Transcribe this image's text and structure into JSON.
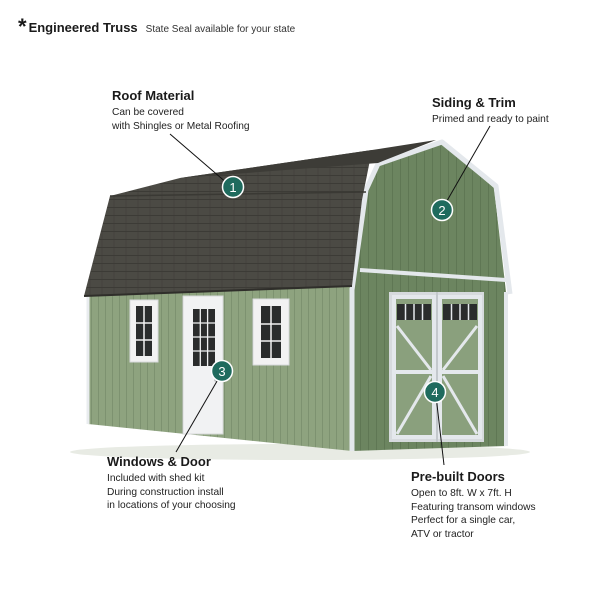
{
  "header": {
    "symbol": "*",
    "title": "Engineered Truss",
    "note": "State Seal available for your state"
  },
  "callouts": [
    {
      "number": "1",
      "title": "Roof Material",
      "lines": [
        "Can be covered",
        "with Shingles or Metal Roofing"
      ]
    },
    {
      "number": "2",
      "title": "Siding & Trim",
      "lines": [
        "Primed and ready to paint"
      ]
    },
    {
      "number": "3",
      "title": "Windows & Door",
      "lines": [
        "Included with shed kit",
        "During construction install",
        "in locations of your choosing"
      ]
    },
    {
      "number": "4",
      "title": "Pre-built Doors",
      "lines": [
        "Open to 8ft. W x 7ft. H",
        "Featuring transom windows",
        "Perfect for a single car,",
        "ATV or tractor"
      ]
    }
  ],
  "colors": {
    "badge": "#1f6b5e",
    "siding": "#8ba27c",
    "siding_shadow": "#6f8862",
    "roof": "#4a4a45",
    "trim": "#e9ecef"
  }
}
